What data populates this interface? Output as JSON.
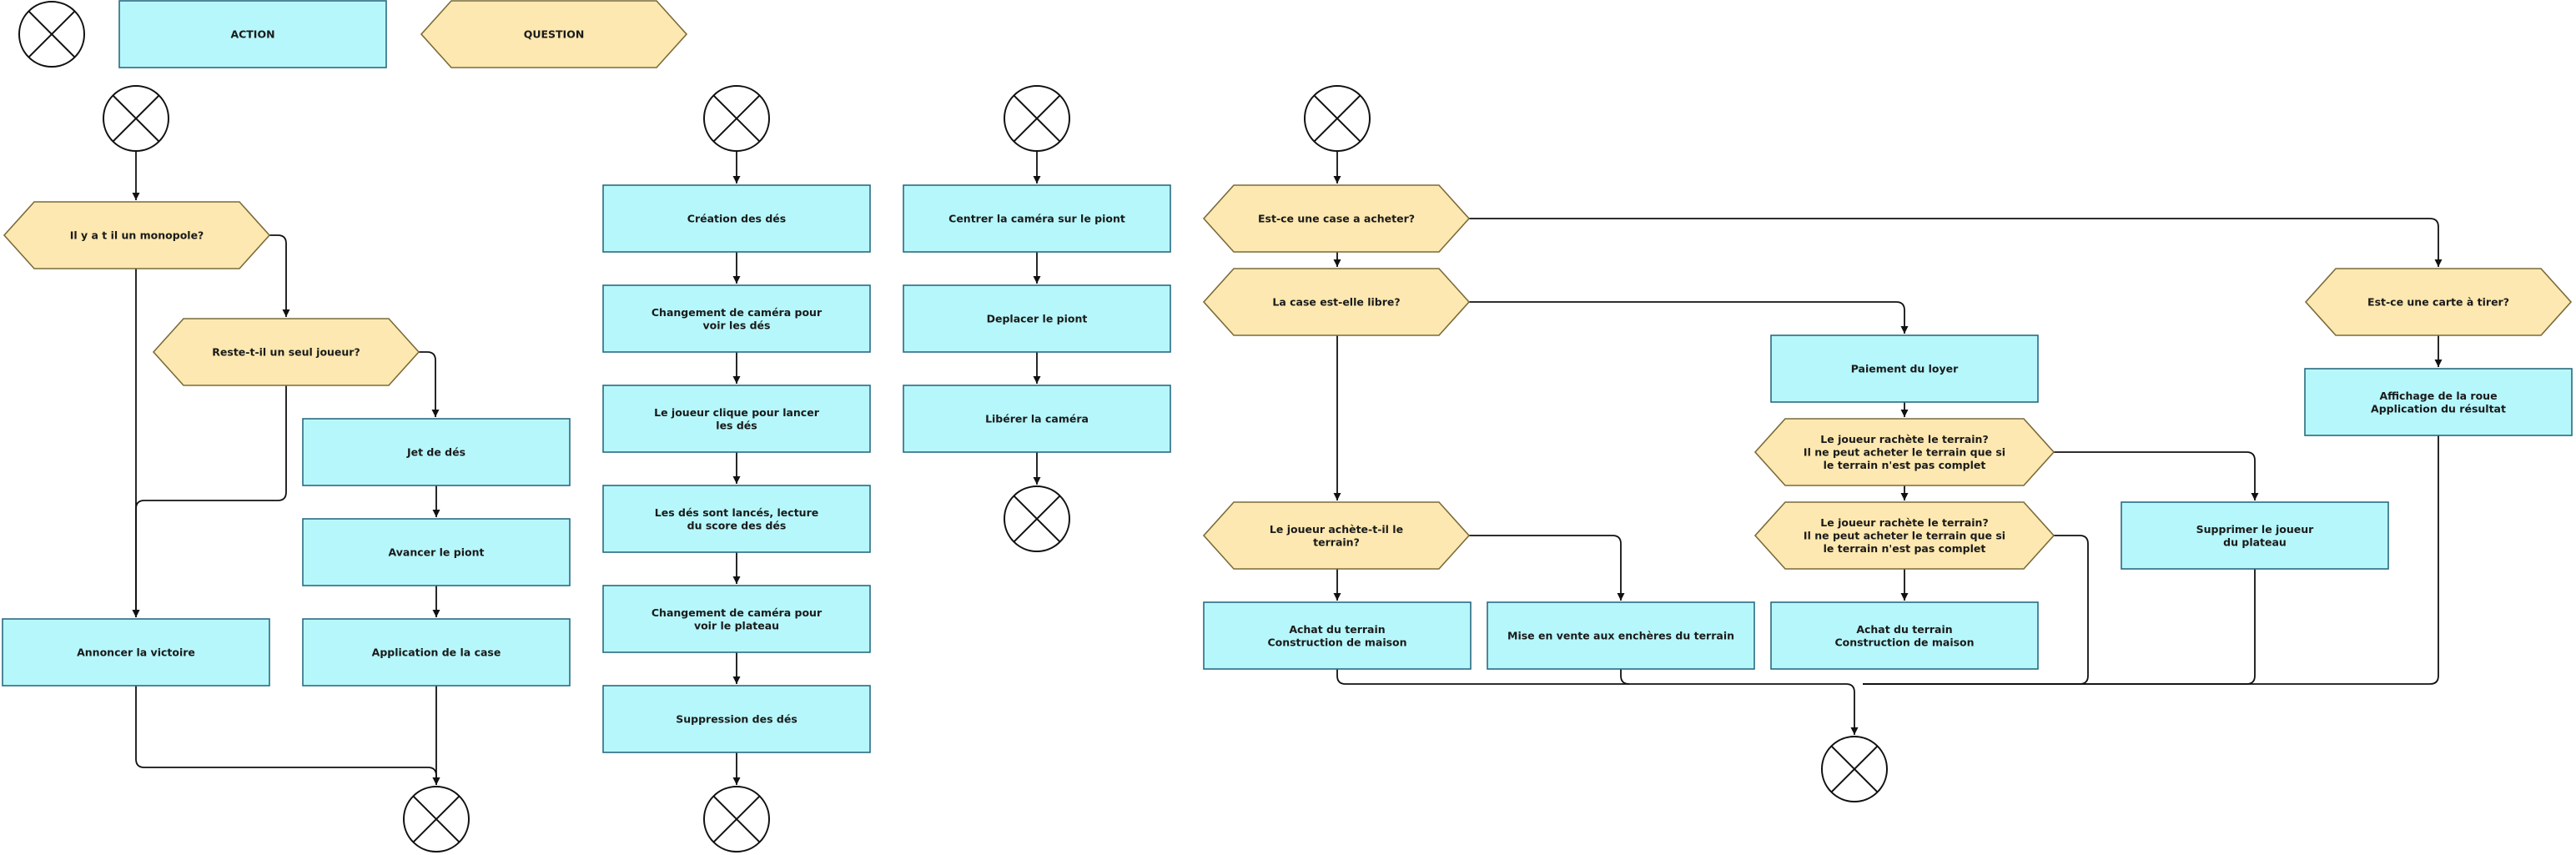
{
  "legend": {
    "action": "ACTION",
    "question": "QUESTION"
  },
  "colors": {
    "action_fill": "#B6F7FB",
    "action_stroke": "#2A6B82",
    "question_fill": "#FCE8B0",
    "question_stroke": "#7A6B3A",
    "edge": "#111111"
  },
  "flow_victory": {
    "q_monopoly": "Il y a t il un monopole?",
    "q_one_player": "Reste-t-il un seul joueur?",
    "dice_roll": "Jet de dés",
    "move_pawn": "Avancer le piont",
    "apply_tile": "Application de la case",
    "announce": "Annoncer la victoire"
  },
  "flow_dice": {
    "create": "Création des dés",
    "camera_dice": [
      "Changement de caméra pour",
      "voir les dés"
    ],
    "click_throw": [
      "Le joueur clique pour lancer",
      "les dés"
    ],
    "thrown_read": [
      "Les dés sont lancés, lecture",
      "du score des dés"
    ],
    "camera_board": [
      "Changement de caméra pour",
      "voir le plateau"
    ],
    "delete": "Suppression des dés"
  },
  "flow_move": {
    "center_camera": "Centrer la caméra sur le piont",
    "move_pawn": "Deplacer le piont",
    "free_camera": "Libérer la caméra"
  },
  "flow_tile": {
    "q_buyable": "Est-ce une case a acheter?",
    "q_free": "La case est-elle libre?",
    "q_card": "Est-ce une carte à tirer?",
    "wheel": [
      "Affichage de la roue",
      "Application du résultat"
    ],
    "rent": "Paiement du loyer",
    "q_buyback_1": [
      "Le joueur rachète le terrain?",
      "Il ne peut acheter le terrain que si",
      "le terrain n'est pas complet"
    ],
    "q_buyback_2": [
      "Le joueur rachète le terrain?",
      "Il ne peut acheter le terrain que si",
      "le terrain n'est pas complet"
    ],
    "remove_player": [
      "Supprimer le joueur",
      "du plateau"
    ],
    "q_buys": [
      "Le joueur achète-t-il le",
      "terrain?"
    ],
    "buy_left": [
      "Achat du terrain",
      "Construction de maison"
    ],
    "auction": "Mise en vente aux enchères du terrain",
    "buy_right": [
      "Achat du terrain",
      "Construction de maison"
    ]
  }
}
